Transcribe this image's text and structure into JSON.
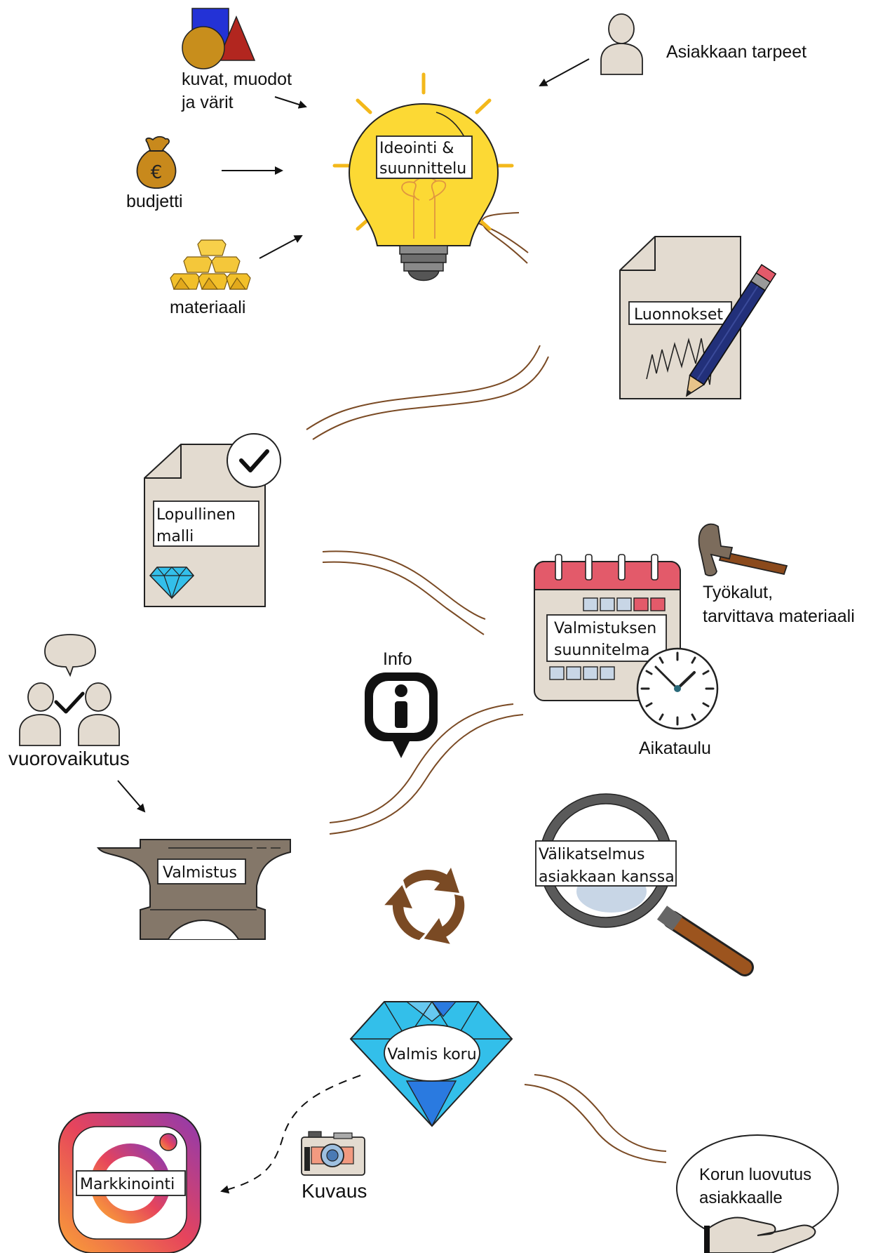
{
  "labels": {
    "kuvat_line1": "kuvat, muodot",
    "kuvat_line2": "ja värit",
    "budjetti": "budjetti",
    "materiaali": "materiaali",
    "asiakkaan_tarpeet": "Asiakkaan tarpeet",
    "ideointi_line1": "Ideointi &",
    "ideointi_line2": "suunnittelu",
    "luonnokset": "Luonnokset",
    "lopullinen_line1": "Lopullinen",
    "lopullinen_line2": "malli",
    "tyokalut_line1": "Työkalut,",
    "tyokalut_line2": "tarvittava materiaali",
    "valmistuksen_line1": "Valmistuksen",
    "valmistuksen_line2": "suunnitelma",
    "aikataulu": "Aikataulu",
    "info": "Info",
    "vuorovaikutus": "vuorovaikutus",
    "valmistus": "Valmistus",
    "valikatselmus_line1": "Välikatselmus",
    "valikatselmus_line2": "asiakkaan kanssa",
    "valmis_koru": "Valmis koru",
    "kuvaus": "Kuvaus",
    "markkinointi": "Markkinointi",
    "luovutus_line1": "Korun luovutus",
    "luovutus_line2": "asiakkaalle"
  },
  "icons": {
    "shapes": "shapes-icon",
    "money_bag": "money-bag-icon",
    "gold_bars": "gold-bars-icon",
    "person": "person-icon",
    "light_bulb": "light-bulb-icon",
    "sketch_document": "sketch-document-icon",
    "pencil": "pencil-icon",
    "approved_document": "approved-document-icon",
    "hammer": "hammer-icon",
    "calendar": "calendar-icon",
    "clock": "clock-icon",
    "info": "info-pin-icon",
    "interaction": "people-conversation-icon",
    "anvil": "anvil-icon",
    "recycle": "cycle-arrows-icon",
    "magnifier": "magnifying-glass-icon",
    "diamond": "diamond-icon",
    "camera": "camera-icon",
    "instagram": "instagram-icon",
    "hand": "hand-icon"
  },
  "colors": {
    "bulb": "#fcd934",
    "bulb_rays": "#f3b81b",
    "paper": "#e3dbd0",
    "connector": "#7a4a24",
    "diamond": "#33bfea",
    "calendar_top": "#e35a6a",
    "hammer_head": "#7c6c5c",
    "pencil": "#22307a",
    "gold": "#f2c02a",
    "anvil": "#847769"
  }
}
